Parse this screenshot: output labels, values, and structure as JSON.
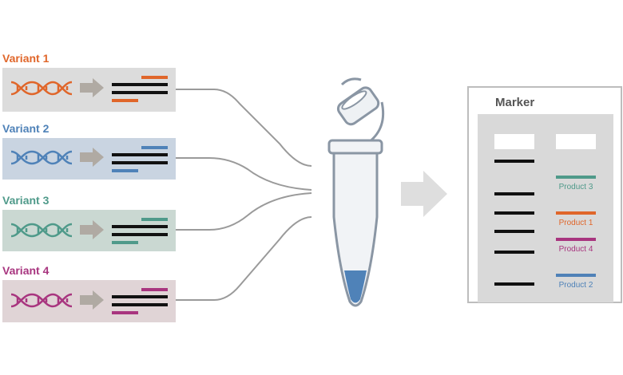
{
  "variants": [
    {
      "label": "Variant 1",
      "color": "#e0662a",
      "panel": "#dcdcdc"
    },
    {
      "label": "Variant 2",
      "color": "#4f82b8",
      "panel": "#c9d4e1"
    },
    {
      "label": "Variant 3",
      "color": "#4f9a8a",
      "panel": "#cad8d2"
    },
    {
      "label": "Variant 4",
      "color": "#a8357f",
      "panel": "#e0d4d6"
    }
  ],
  "gel": {
    "marker_label": "Marker",
    "products": [
      {
        "label": "Product 3",
        "color": "#4f9a8a"
      },
      {
        "label": "Product 1",
        "color": "#e0662a"
      },
      {
        "label": "Product 4",
        "color": "#a8357f"
      },
      {
        "label": "Product 2",
        "color": "#4f82b8"
      }
    ]
  },
  "colors": {
    "arrow_gray": "#b0aaa3",
    "line_gray": "#9a9a9a",
    "tube_liquid": "#4f82b8",
    "big_arrow": "#dedede"
  },
  "icons": {
    "dna": "dna-helix-icon",
    "arrow": "right-arrow-icon",
    "tube": "microcentrifuge-tube-icon"
  }
}
